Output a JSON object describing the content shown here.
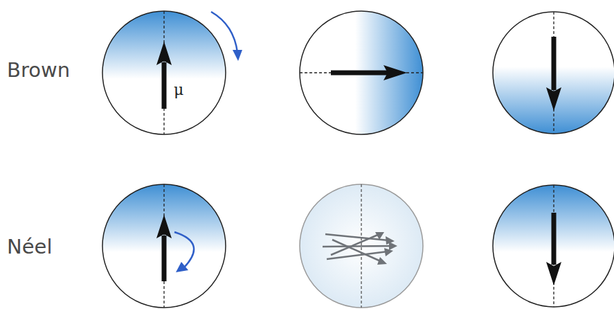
{
  "diagram": {
    "labels": [
      "Brown",
      "Néel",
      "μ"
    ]
  }
}
